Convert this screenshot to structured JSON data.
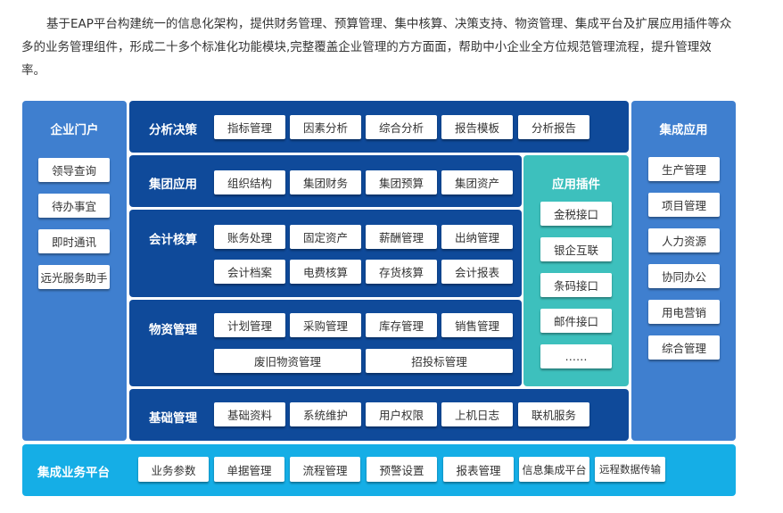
{
  "intro": "基于EAP平台构建统一的信息化架构，提供财务管理、预算管理、集中核算、决策支持、物资管理、集成平台及扩展应用插件等众多的业务管理组件，形成二十多个标准化功能模块,完整覆盖企业管理的方方面面，帮助中小企业全方位规范管理流程，提升管理效率。",
  "portal": {
    "title": "企业门户",
    "items": [
      "领导查询",
      "待办事宜",
      "即时通讯",
      "远光服务助手"
    ]
  },
  "integration": {
    "title": "集成应用",
    "items": [
      "生产管理",
      "项目管理",
      "人力资源",
      "协同办公",
      "用电营销",
      "综合管理"
    ]
  },
  "analysis": {
    "title": "分析决策",
    "items": [
      "指标管理",
      "因素分析",
      "综合分析",
      "报告模板",
      "分析报告"
    ]
  },
  "group": {
    "title": "集团应用",
    "items": [
      "组织结构",
      "集团财务",
      "集团预算",
      "集团资产"
    ]
  },
  "accounting": {
    "title": "会计核算",
    "row1": [
      "账务处理",
      "固定资产",
      "薪酬管理",
      "出纳管理"
    ],
    "row2": [
      "会计档案",
      "电费核算",
      "存货核算",
      "会计报表"
    ]
  },
  "materials": {
    "title": "物资管理",
    "row1": [
      "计划管理",
      "采购管理",
      "库存管理",
      "销售管理"
    ],
    "row2": [
      "废旧物资管理",
      "招投标管理"
    ]
  },
  "basic": {
    "title": "基础管理",
    "items": [
      "基础资料",
      "系统维护",
      "用户权限",
      "上机日志",
      "联机服务"
    ]
  },
  "plugins": {
    "title": "应用插件",
    "items": [
      "金税接口",
      "银企互联",
      "条码接口",
      "邮件接口",
      "……"
    ]
  },
  "platform": {
    "title": "集成业务平台",
    "items": [
      "业务参数",
      "单据管理",
      "流程管理",
      "预警设置",
      "报表管理",
      "信息集成平台",
      "远程数据传输"
    ]
  },
  "colors": {
    "side_panel": "#3f7fcf",
    "center_panel": "#0f4a9a",
    "plugin_panel": "#3dc0bd",
    "platform_panel": "#15aee6"
  }
}
